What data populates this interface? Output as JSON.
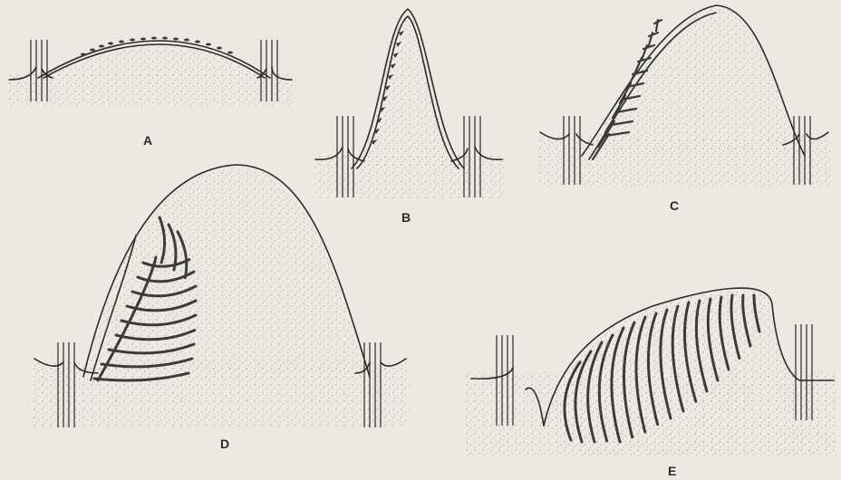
{
  "figure": {
    "panels": [
      {
        "id": "A",
        "label": "A"
      },
      {
        "id": "B",
        "label": "B"
      },
      {
        "id": "C",
        "label": "C"
      },
      {
        "id": "D",
        "label": "D"
      },
      {
        "id": "E",
        "label": "E"
      }
    ],
    "colors": {
      "background": "#ece9e2",
      "ink": "#2b2b2b",
      "stipple": "#a9a39a",
      "leaf_rows": "#3a3a3a"
    }
  }
}
